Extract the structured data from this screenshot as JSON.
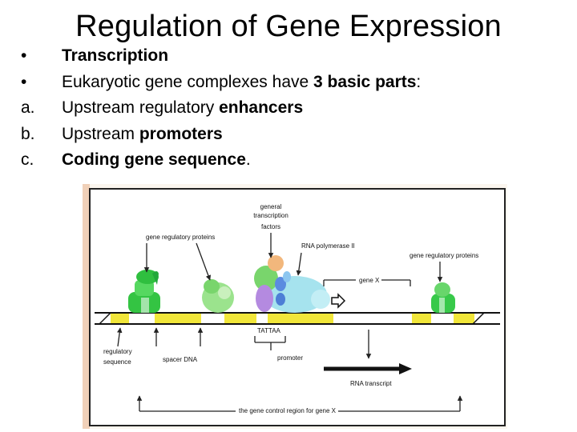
{
  "slide": {
    "title": "Regulation of Gene Expression",
    "bullets": [
      {
        "marker": "•",
        "parts": [
          {
            "text": "Transcription",
            "bold": true
          }
        ]
      },
      {
        "marker": "•",
        "parts": [
          {
            "text": "Eukaryotic gene complexes have "
          },
          {
            "text": "3 basic parts",
            "bold": true
          },
          {
            "text": ":"
          }
        ]
      },
      {
        "marker": "a.",
        "parts": [
          {
            "text": "Upstream regulatory "
          },
          {
            "text": "enhancers",
            "bold": true
          }
        ]
      },
      {
        "marker": "b.",
        "parts": [
          {
            "text": "Upstream "
          },
          {
            "text": "promoters",
            "bold": true
          }
        ]
      },
      {
        "marker": "c.",
        "parts": [
          {
            "text": "Coding gene sequence",
            "bold": true
          },
          {
            "text": "."
          }
        ]
      }
    ]
  },
  "figure": {
    "labels": {
      "general_tf_1": "general",
      "general_tf_2": "transcription",
      "general_tf_3": "factors",
      "regulatory_proteins_left": "gene regulatory proteins",
      "rna_pol": "RNA polymerase II",
      "regulatory_proteins_right": "gene regulatory proteins",
      "gene_x": "gene X",
      "tattaa": "TATTAA",
      "regulatory_seq_1": "regulatory",
      "regulatory_seq_2": "sequence",
      "spacer": "spacer DNA",
      "promoter": "promoter",
      "rna_transcript": "RNA transcript",
      "control_region": "the gene control region for gene X"
    },
    "colors": {
      "protein_green": "#38c94a",
      "light_green": "#a8e89a",
      "polymerase_cyan": "#a6e3ee",
      "purple": "#b48ae0",
      "peach": "#f2b77c",
      "blue": "#4d7fd6",
      "dna_yellow": "#f1e63a",
      "frame_orange": "#f0d0b8"
    }
  }
}
